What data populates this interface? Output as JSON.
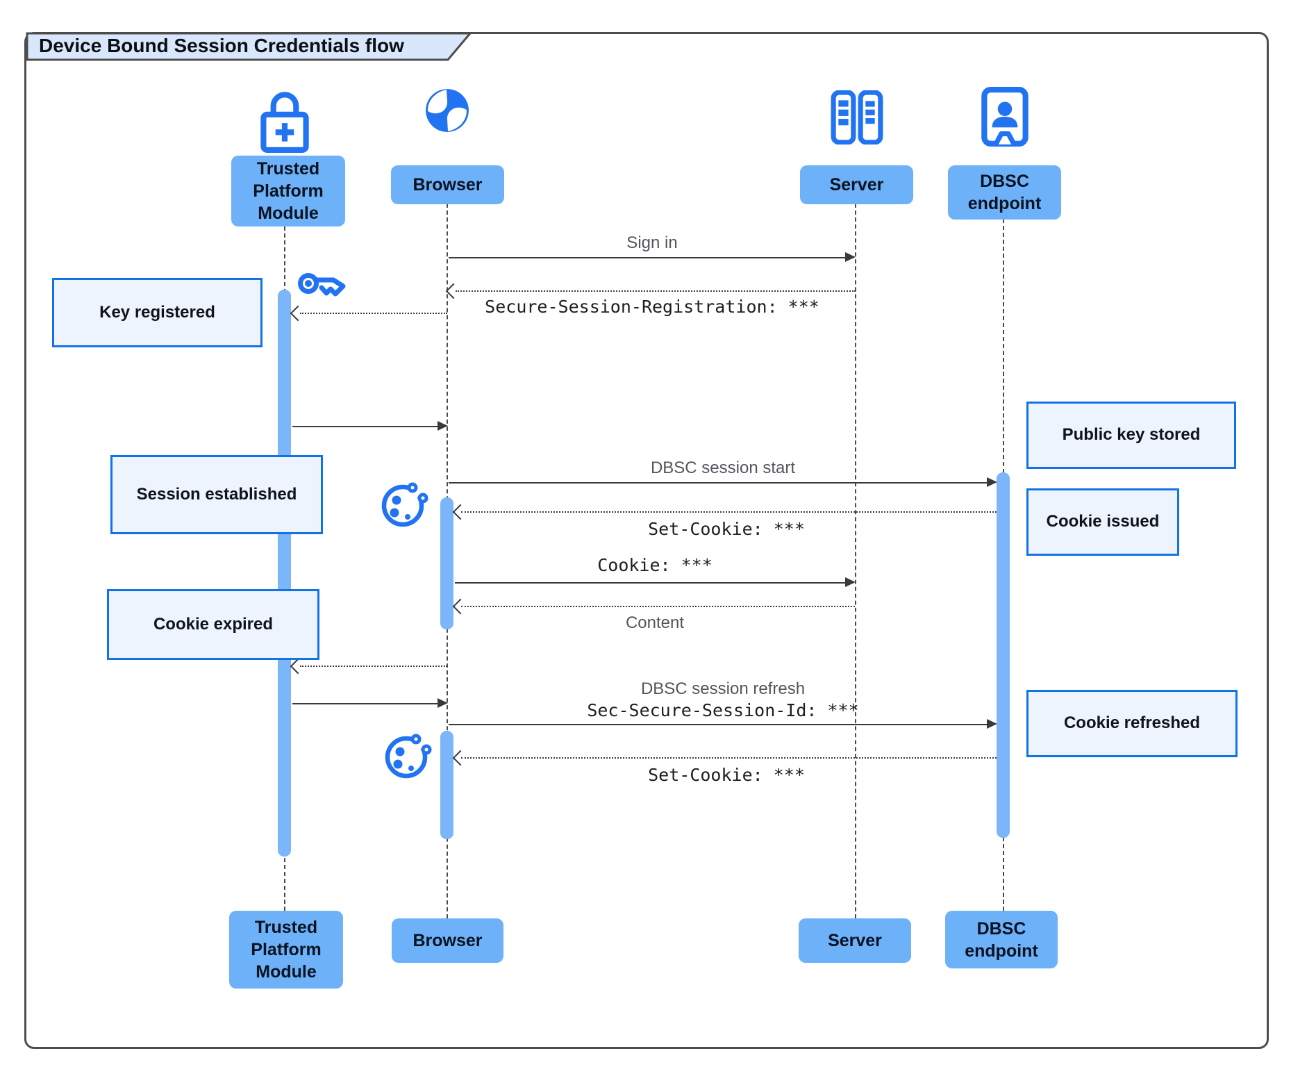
{
  "title": "Device Bound Session Credentials flow",
  "actors": [
    {
      "id": "tpm",
      "label": "Trusted Platform Module",
      "icon": "lock-plus-icon"
    },
    {
      "id": "browser",
      "label": "Browser",
      "icon": "globe-icon"
    },
    {
      "id": "server",
      "label": "Server",
      "icon": "server-rack-icon"
    },
    {
      "id": "dbsc",
      "label": "DBSC endpoint",
      "icon": "door-person-icon"
    }
  ],
  "messages": [
    {
      "from": "Browser",
      "to": "Server",
      "label": "Sign in",
      "line": "solid"
    },
    {
      "from": "Server",
      "to": "Browser",
      "label": "Secure-Session-Registration: ***",
      "line": "dotted",
      "mono": true
    },
    {
      "from": "Browser",
      "to": "Trusted Platform Module",
      "label": "",
      "line": "dotted"
    },
    {
      "from": "Trusted Platform Module",
      "to": "Browser",
      "label": "",
      "line": "solid"
    },
    {
      "from": "Browser",
      "to": "DBSC endpoint",
      "label": "DBSC session start",
      "line": "solid"
    },
    {
      "from": "DBSC endpoint",
      "to": "Browser",
      "label": "Set-Cookie: ***",
      "line": "dotted",
      "mono": true
    },
    {
      "from": "Browser",
      "to": "Server",
      "label": "Cookie: ***",
      "line": "solid",
      "mono": true
    },
    {
      "from": "Server",
      "to": "Browser",
      "label": "Content",
      "line": "dotted"
    },
    {
      "from": "Browser",
      "to": "Trusted Platform Module",
      "label": "",
      "line": "dotted"
    },
    {
      "from": "Trusted Platform Module",
      "to": "Browser",
      "label": "",
      "line": "solid"
    },
    {
      "from": "Browser",
      "to": "DBSC endpoint",
      "label": "DBSC session refresh",
      "label2": "Sec-Secure-Session-Id: ***",
      "line": "solid"
    },
    {
      "from": "DBSC endpoint",
      "to": "Browser",
      "label": "Set-Cookie: ***",
      "line": "dotted",
      "mono": true
    }
  ],
  "notes": [
    "Key registered",
    "Session established",
    "Cookie expired",
    "Public key stored",
    "Cookie issued",
    "Cookie refreshed"
  ],
  "colors": {
    "actor_fill": "#6db1f9",
    "activation_fill": "#7ab6f9",
    "icon_blue": "#2273f2",
    "note_fill": "#edf4fe",
    "note_border": "#1273e6",
    "title_fill": "#d9e7fc",
    "line_color": "#3a3a3a"
  }
}
